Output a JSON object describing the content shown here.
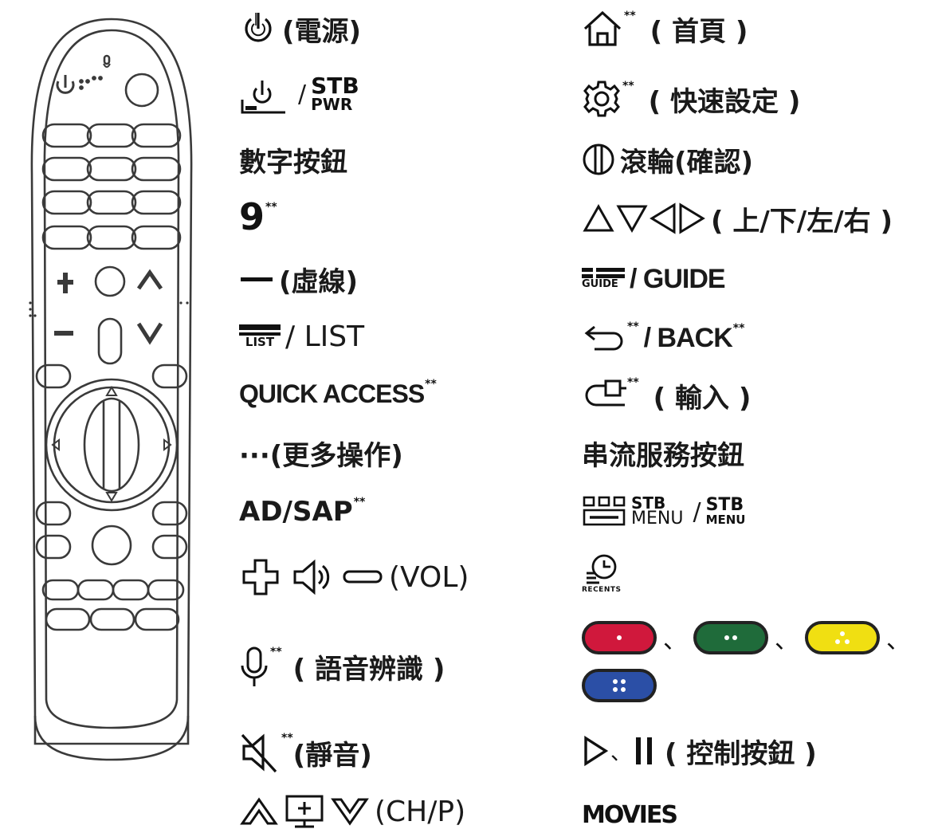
{
  "left_column": {
    "power": "(電源)",
    "stb_power": {
      "slash": "/",
      "stb": "STB",
      "pwr": "PWR"
    },
    "number_buttons": "數字按鈕",
    "nine": "9",
    "nine_mark": "**",
    "dash": "(虛線)",
    "list": {
      "icon_text": "LIST",
      "label": "/ LIST"
    },
    "quick_access": "QUICK ACCESS",
    "quick_access_mark": "**",
    "more_actions": "···(更多操作)",
    "ad_sap": "AD/SAP",
    "ad_sap_mark": "**",
    "volume": "(VOL)",
    "voice_mark": "**",
    "voice": "( 語音辨識 )",
    "mute_mark": "**",
    "mute": "(靜音)",
    "channel": "(CH/P)"
  },
  "right_column": {
    "home_mark": "**",
    "home": "( 首頁 )",
    "settings_mark": "**",
    "settings": "( 快速設定 )",
    "wheel": "滾輪(確認)",
    "arrows": "( 上/下/左/右 )",
    "guide": {
      "icon_text": "GUIDE",
      "label": "/ GUIDE"
    },
    "back_mark": "**",
    "back": "/ BACK",
    "back_mark2": "**",
    "input_mark": "**",
    "input": "( 輸入 )",
    "streaming": "串流服務按鈕",
    "stb_menu": {
      "stb": "STB",
      "menu": "MENU",
      "slash": "/",
      "stb2": "STB",
      "menu2": "MENU"
    },
    "recents": "RECENTS",
    "color_separator": "、",
    "play_pause_sep": "、",
    "play_pause": "( 控制按鈕 )",
    "movies": "MOVIES"
  },
  "colors": {
    "red": "#d0183c",
    "green": "#1f6b3a",
    "yellow": "#f0df12",
    "blue": "#2b4fa6"
  }
}
